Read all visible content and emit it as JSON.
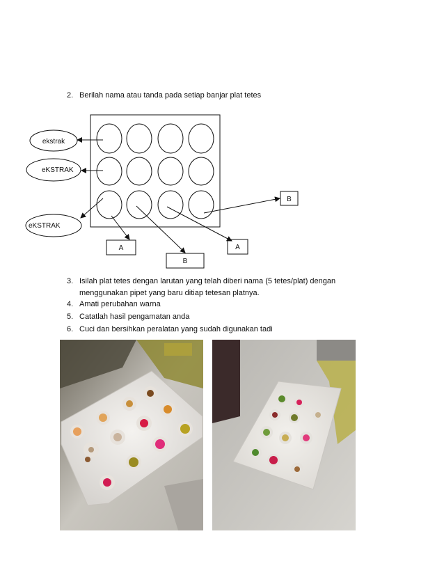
{
  "steps": [
    {
      "num": "2.",
      "text": "Berilah nama atau tanda pada setiap banjar plat tetes"
    },
    {
      "num": "3.",
      "text": "Isilah plat tetes dengan larutan yang telah diberi nama (5 tetes/plat) dengan menggunakan pipet yang baru ditiap tetesan platnya."
    },
    {
      "num": "4.",
      "text": "Amati perubahan warna"
    },
    {
      "num": "5.",
      "text": "Catatlah hasil pengamatan anda"
    },
    {
      "num": "6.",
      "text": "Cuci dan bersihkan peralatan yang sudah digunakan tadi"
    }
  ],
  "diagram": {
    "ellipse_labels": [
      "ekstrak",
      "eKSTRAK",
      "eKSTRAK"
    ],
    "box_labels": [
      "B",
      "A",
      "B",
      "A"
    ]
  }
}
